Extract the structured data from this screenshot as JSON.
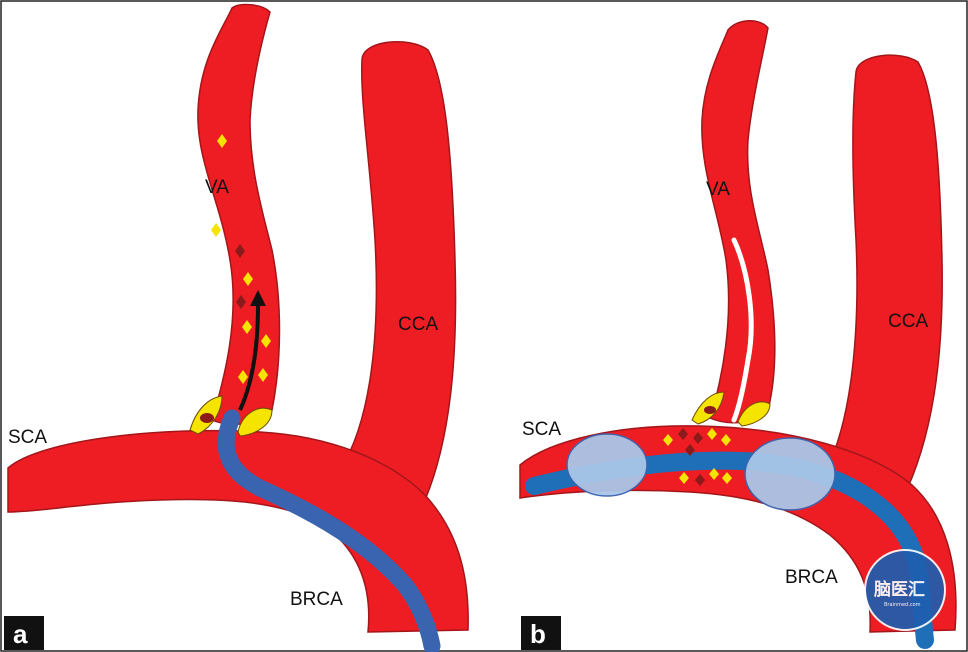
{
  "panels": {
    "a": {
      "letter": "a",
      "labels": {
        "va": "VA",
        "cca": "CCA",
        "sca": "SCA",
        "brca": "BRCA"
      }
    },
    "b": {
      "letter": "b",
      "labels": {
        "va": "VA",
        "cca": "CCA",
        "sca": "SCA",
        "brca": "BRCA"
      }
    }
  },
  "watermark": {
    "text": "脑医汇",
    "sub": "Brainmed.com"
  },
  "colors": {
    "artery": "#ee1d23",
    "outline": "#a3161a",
    "wire": "#3a64b0",
    "balloon": "#a9c6e8",
    "plaque": "#f5e400",
    "debris_dark": "#8b1a1a",
    "arrow": "#111111"
  }
}
